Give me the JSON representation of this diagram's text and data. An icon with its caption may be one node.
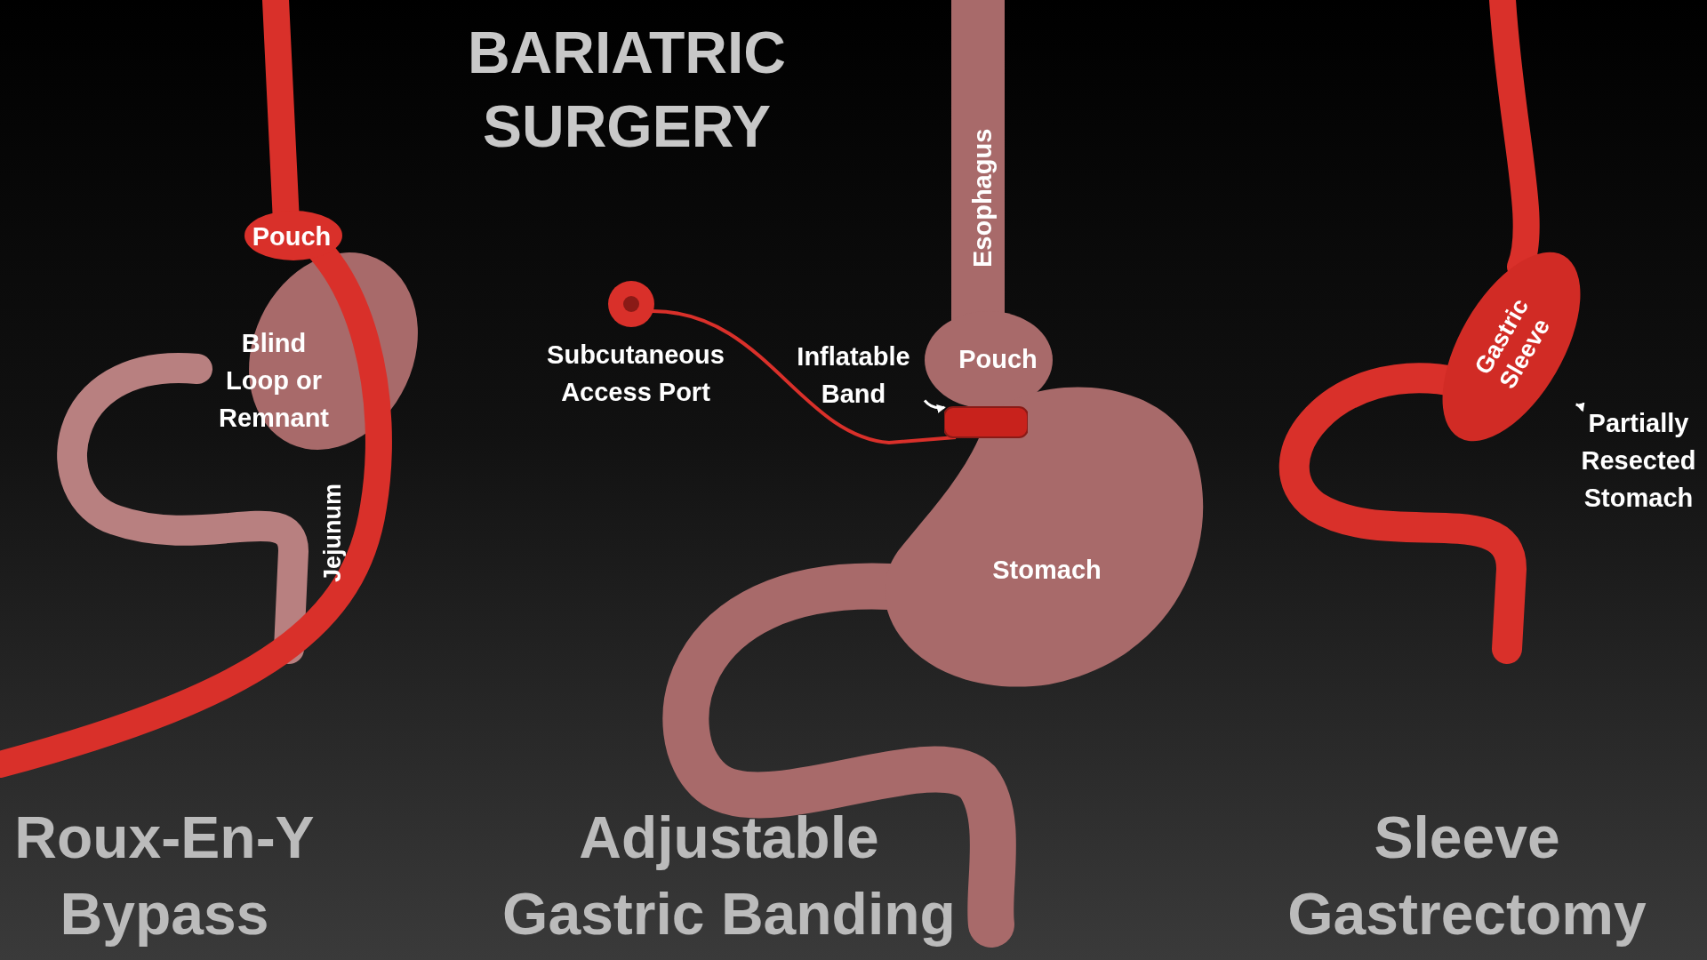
{
  "diagram": {
    "title": "BARIATRIC SURGERY",
    "nodes": [
      {
        "text": [
          "Inflatable Band"
        ]
      },
      {
        "text": [],
        "shape": "bar"
      },
      {
        "text": [
          "Partially Resected Stomach"
        ]
      },
      {
        "text": [
          "Gastric Sleeve"
        ]
      }
    ],
    "edges": [
      {
        "from": 0,
        "to": 1,
        "arrow": "to"
      },
      {
        "from": 2,
        "to": 3,
        "arrow": "to"
      }
    ],
    "labels": [
      "Pouch",
      "Blind Loop or Remnant",
      "Jejunum",
      "Roux-En-Y Bypass",
      "Subcutaneous Access Port",
      "Esophagus",
      "Pouch",
      "Stomach",
      "Adjustable Gastric Banding",
      "Sleeve Gastrectomy"
    ]
  }
}
